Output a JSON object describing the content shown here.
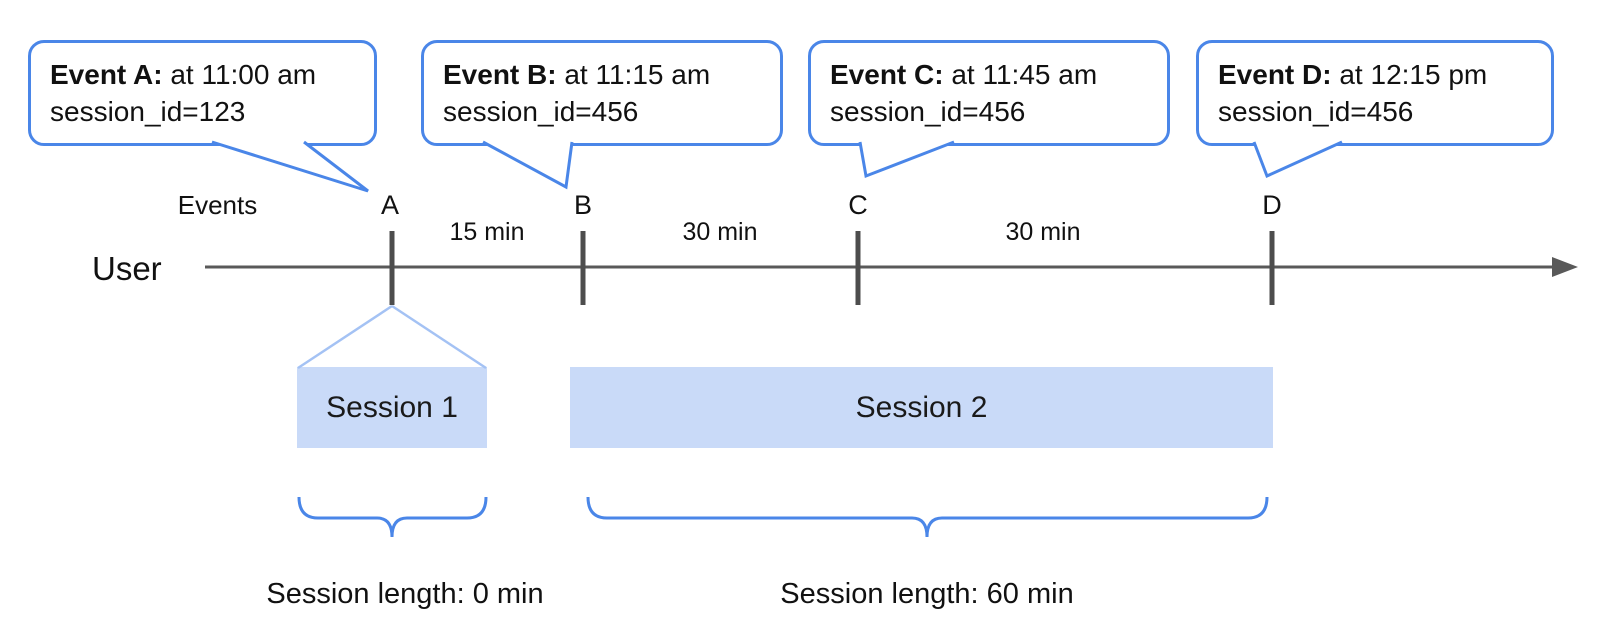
{
  "colors": {
    "accent_blue": "#4a86e8",
    "funnel_blue": "#a4c2f4",
    "session_fill": "#c9daf8",
    "timeline_gray": "#595959",
    "text": "#111111"
  },
  "callouts": [
    {
      "title": "Event A:",
      "detail": "at 11:00 am",
      "session_line": "session_id=123"
    },
    {
      "title": "Event B:",
      "detail": "at 11:15 am",
      "session_line": "session_id=456"
    },
    {
      "title": "Event C:",
      "detail": "at 11:45 am",
      "session_line": "session_id=456"
    },
    {
      "title": "Event D:",
      "detail": "at 12:15 pm",
      "session_line": "session_id=456"
    }
  ],
  "timeline": {
    "events_label": "Events",
    "user_label": "User",
    "marks": [
      {
        "label": "A"
      },
      {
        "label": "B"
      },
      {
        "label": "C"
      },
      {
        "label": "D"
      }
    ],
    "intervals": [
      {
        "label": "15 min"
      },
      {
        "label": "30 min"
      },
      {
        "label": "30 min"
      }
    ]
  },
  "sessions": [
    {
      "label": "Session 1",
      "length_label": "Session length: 0 min"
    },
    {
      "label": "Session 2",
      "length_label": "Session length: 60 min"
    }
  ]
}
